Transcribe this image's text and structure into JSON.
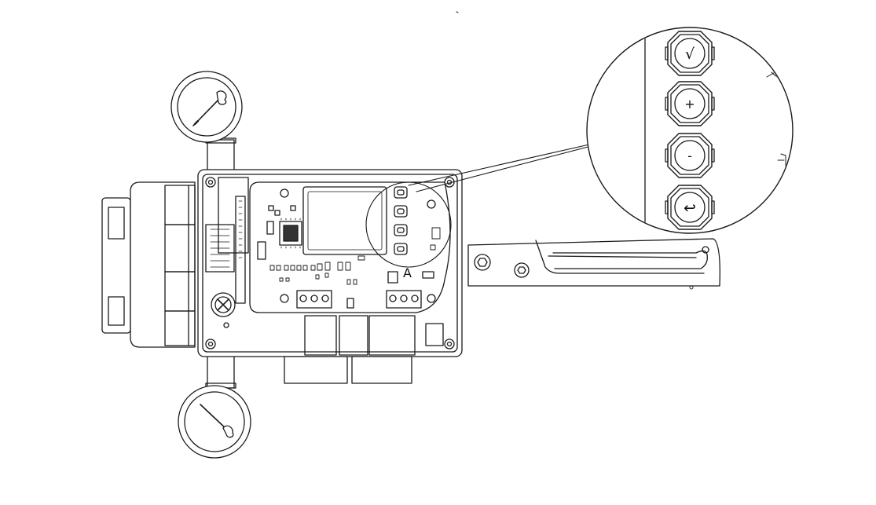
{
  "board": {
    "marker_label": "A"
  },
  "keypad": {
    "buttons": [
      {
        "id": "confirm",
        "glyph": "√",
        "icon": "checkmark-icon"
      },
      {
        "id": "increase",
        "glyph": "+",
        "icon": "plus-icon"
      },
      {
        "id": "decrease",
        "glyph": "-",
        "icon": "minus-icon"
      },
      {
        "id": "back",
        "glyph": "↩",
        "icon": "return-arrow-icon"
      }
    ]
  },
  "colors": {
    "line": "#1a1a1a",
    "background": "#ffffff"
  }
}
